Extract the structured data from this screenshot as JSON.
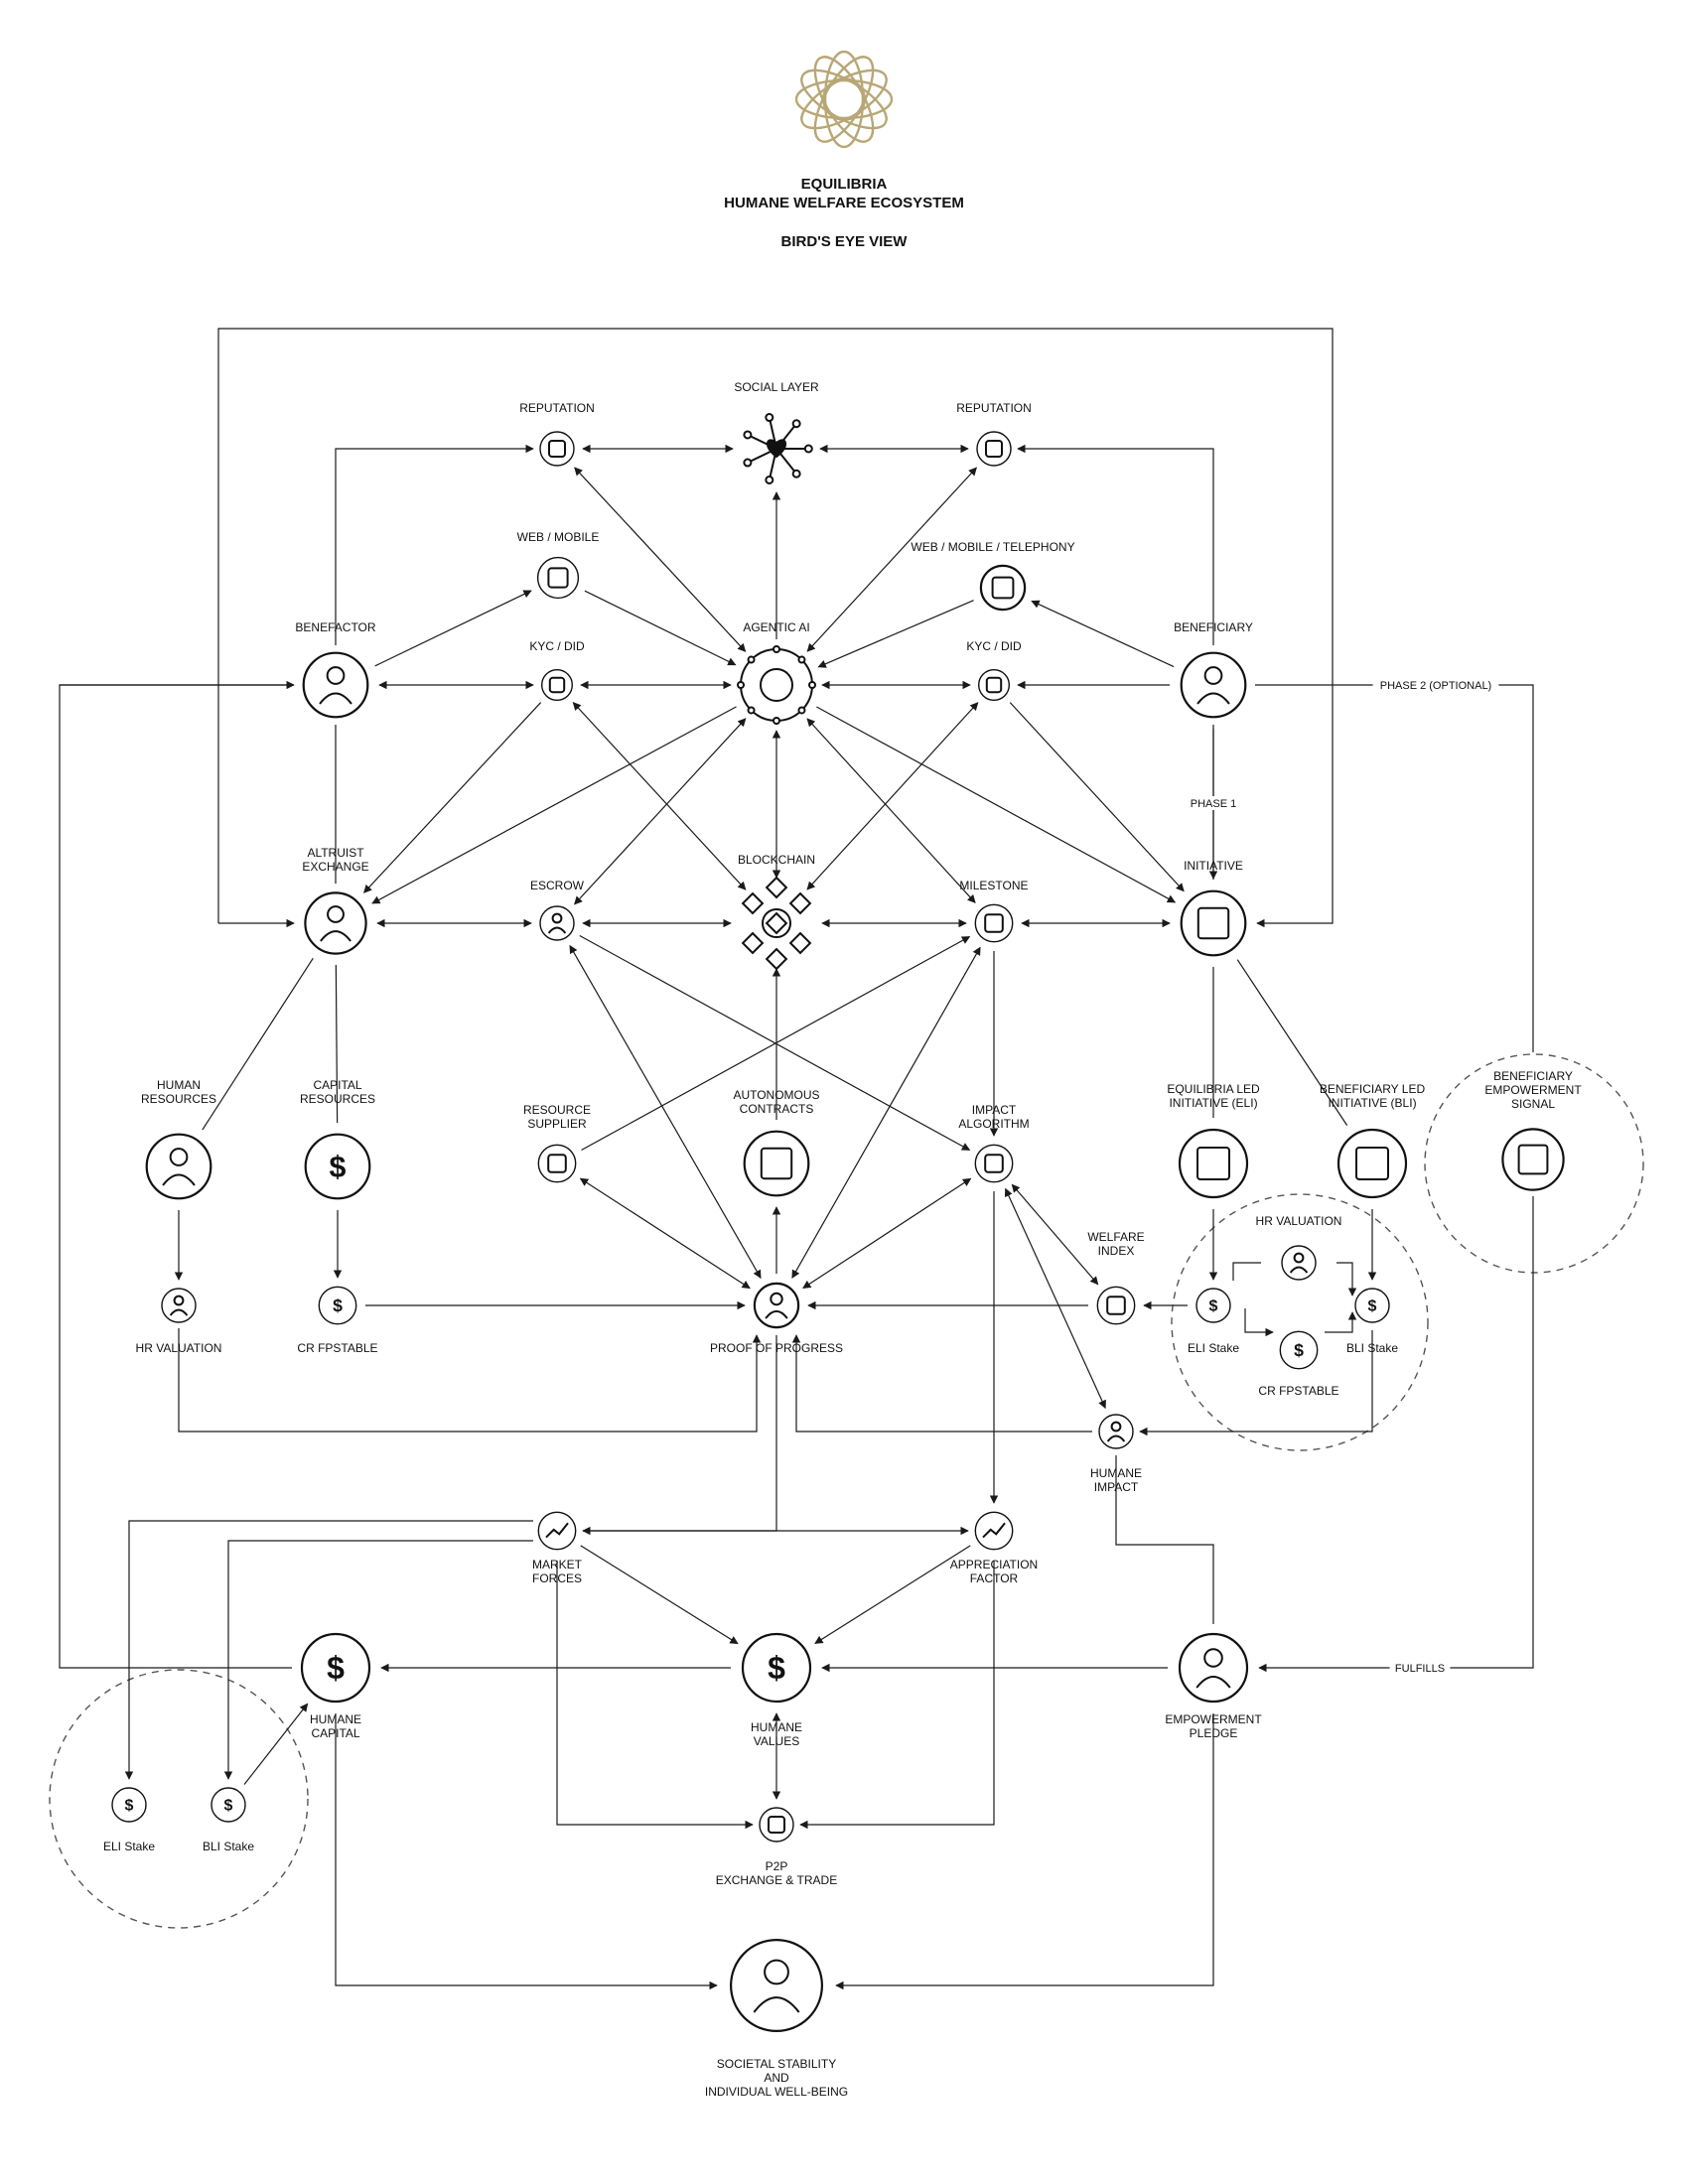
{
  "header": {
    "title": "EQUILIBRIA",
    "subtitle": "HUMANE WELFARE ECOSYSTEM",
    "view": "BIRD'S EYE VIEW"
  },
  "colors": {
    "logo": "#b8a776",
    "line": "#1a1a1a",
    "dashed": "#555555"
  },
  "nodes": [
    {
      "id": "social_layer",
      "label": [
        "SOCIAL LAYER"
      ],
      "icon": "social-network-heart-icon"
    },
    {
      "id": "reputation_left",
      "label": [
        "REPUTATION"
      ],
      "icon": "thumbs-up-badge-icon"
    },
    {
      "id": "reputation_right",
      "label": [
        "REPUTATION"
      ],
      "icon": "thumbs-up-badge-icon"
    },
    {
      "id": "web_mobile",
      "label": [
        "WEB / MOBILE"
      ],
      "icon": "monitor-phone-icon"
    },
    {
      "id": "web_mobile_telephony",
      "label": [
        "WEB / MOBILE / TELEPHONY"
      ],
      "icon": "monitor-phone-telephone-icon"
    },
    {
      "id": "benefactor",
      "label": [
        "BENEFACTOR"
      ],
      "icon": "benefactor-hand-icon"
    },
    {
      "id": "kyc_left",
      "label": [
        "KYC / DID"
      ],
      "icon": "fingerprint-scan-icon"
    },
    {
      "id": "agentic_ai",
      "label": [
        "AGENTIC AI"
      ],
      "icon": "ai-brain-icon"
    },
    {
      "id": "kyc_right",
      "label": [
        "KYC / DID"
      ],
      "icon": "fingerprint-scan-icon"
    },
    {
      "id": "beneficiary",
      "label": [
        "BENEFICIARY"
      ],
      "icon": "beneficiary-person-icon"
    },
    {
      "id": "altruist_exchange",
      "label": [
        "ALTRUIST",
        "EXCHANGE"
      ],
      "icon": "exchange-people-icon"
    },
    {
      "id": "escrow",
      "label": [
        "ESCROW"
      ],
      "icon": "handshake-shield-icon"
    },
    {
      "id": "blockchain",
      "label": [
        "BLOCKCHAIN"
      ],
      "icon": "blockchain-cubes-icon"
    },
    {
      "id": "milestone",
      "label": [
        "MILESTONE"
      ],
      "icon": "mountain-flag-icon"
    },
    {
      "id": "initiative",
      "label": [
        "INITIATIVE"
      ],
      "icon": "checklist-flow-icon"
    },
    {
      "id": "human_resources",
      "label": [
        "HUMAN",
        "RESOURCES"
      ],
      "icon": "hand-gear-person-icon"
    },
    {
      "id": "capital_resources",
      "label": [
        "CAPITAL",
        "RESOURCES"
      ],
      "icon": "hand-gear-dollar-icon"
    },
    {
      "id": "resource_supplier",
      "label": [
        "RESOURCE",
        "SUPPLIER"
      ],
      "icon": "market-stall-icon"
    },
    {
      "id": "autonomous_contracts",
      "label": [
        "AUTONOMOUS",
        "CONTRACTS"
      ],
      "icon": "contracts-cubes-icon"
    },
    {
      "id": "impact_algorithm",
      "label": [
        "IMPACT",
        "ALGORITHM"
      ],
      "icon": "algorithm-gear-icon"
    },
    {
      "id": "eli",
      "label": [
        "EQUILIBRIA LED",
        "INITIATIVE (ELI)"
      ],
      "icon": "eli-circle-icon"
    },
    {
      "id": "bli",
      "label": [
        "BENEFICIARY LED",
        "INITIATIVE (BLI)"
      ],
      "icon": "bli-circle-icon"
    },
    {
      "id": "empowerment_signal",
      "label": [
        "BENEFICIARY",
        "EMPOWERMENT",
        "SIGNAL"
      ],
      "icon": "empowerment-signal-icon"
    },
    {
      "id": "hr_valuation_left",
      "label": [
        "HR VALUATION"
      ],
      "icon": "people-network-icon"
    },
    {
      "id": "cr_fpstable_left",
      "label": [
        "CR FPSTABLE"
      ],
      "icon": "bank-coin-icon"
    },
    {
      "id": "proof_of_progress",
      "label": [
        "PROOF OF PROGRESS"
      ],
      "icon": "magnifier-hand-icon"
    },
    {
      "id": "welfare_index",
      "label": [
        "WELFARE",
        "INDEX"
      ],
      "icon": "index-board-icon"
    },
    {
      "id": "eli_stake_right",
      "label": [
        "ELI Stake"
      ],
      "icon": "stake-coins-icon"
    },
    {
      "id": "bli_stake_right",
      "label": [
        "BLI Stake"
      ],
      "icon": "stake-coins-icon"
    },
    {
      "id": "hr_valuation_right",
      "label": [
        "HR VALUATION"
      ],
      "icon": "people-network-icon"
    },
    {
      "id": "cr_fpstable_right",
      "label": [
        "CR FPSTABLE"
      ],
      "icon": "bank-coin-icon"
    },
    {
      "id": "humane_impact",
      "label": [
        "HUMANE",
        "IMPACT"
      ],
      "icon": "summit-person-icon"
    },
    {
      "id": "market_forces",
      "label": [
        "MARKET",
        "FORCES"
      ],
      "icon": "market-chart-icon"
    },
    {
      "id": "appreciation_factor",
      "label": [
        "APPRECIATION",
        "FACTOR"
      ],
      "icon": "appreciation-chart-icon"
    },
    {
      "id": "humane_capital",
      "label": [
        "HUMANE",
        "CAPITAL"
      ],
      "icon": "heart-dollar-icon"
    },
    {
      "id": "humane_values",
      "label": [
        "HUMANE",
        "VALUES"
      ],
      "icon": "gauge-dollar-icon"
    },
    {
      "id": "empowerment_pledge",
      "label": [
        "EMPOWERMENT",
        "PLEDGE"
      ],
      "icon": "heart-person-icon"
    },
    {
      "id": "p2p",
      "label": [
        "P2P",
        "EXCHANGE & TRADE"
      ],
      "icon": "p2p-exchange-icon"
    },
    {
      "id": "eli_stake_left",
      "label": [
        "ELI Stake"
      ],
      "icon": "stake-coins-icon"
    },
    {
      "id": "bli_stake_left",
      "label": [
        "BLI Stake"
      ],
      "icon": "stake-coins-icon"
    },
    {
      "id": "societal",
      "label": [
        "SOCIETAL STABILITY",
        "AND",
        "INDIVIDUAL WELL-BEING"
      ],
      "icon": "city-gear-people-icon"
    }
  ],
  "edge_labels": [
    {
      "id": "phase1",
      "text": "PHASE 1"
    },
    {
      "id": "phase2",
      "text": "PHASE 2 (OPTIONAL)"
    },
    {
      "id": "fulfills",
      "text": "FULFILLS"
    }
  ]
}
